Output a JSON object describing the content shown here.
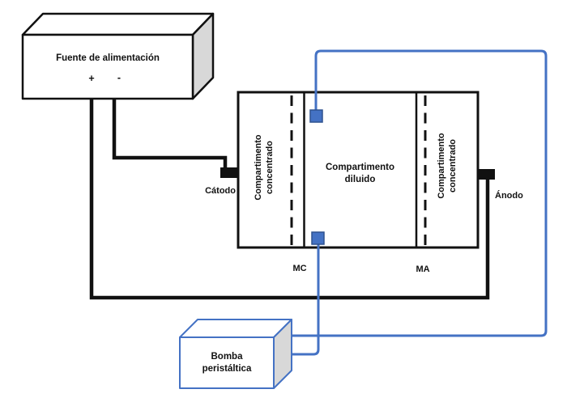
{
  "theme": {
    "blue": "#4472C4",
    "blue-dark": "#2F528F",
    "gray-face": "#D8D8D8",
    "ink": "#111111"
  },
  "power_supply": {
    "label": "Fuente de alimentación",
    "plus": "+",
    "minus": "-"
  },
  "cell": {
    "left_compartment": {
      "line1": "Compartimento",
      "line2": "concentrado"
    },
    "center_compartment": {
      "line1": "Compartimento",
      "line2": "diluido"
    },
    "right_compartment": {
      "line1": "Compartimento",
      "line2": "concentrado"
    },
    "cathode_label": "Cátodo",
    "anode_label": "Ánodo",
    "membrane_cation_label": "MC",
    "membrane_anion_label": "MA"
  },
  "pump": {
    "line1": "Bomba",
    "line2": "peristáltica"
  }
}
